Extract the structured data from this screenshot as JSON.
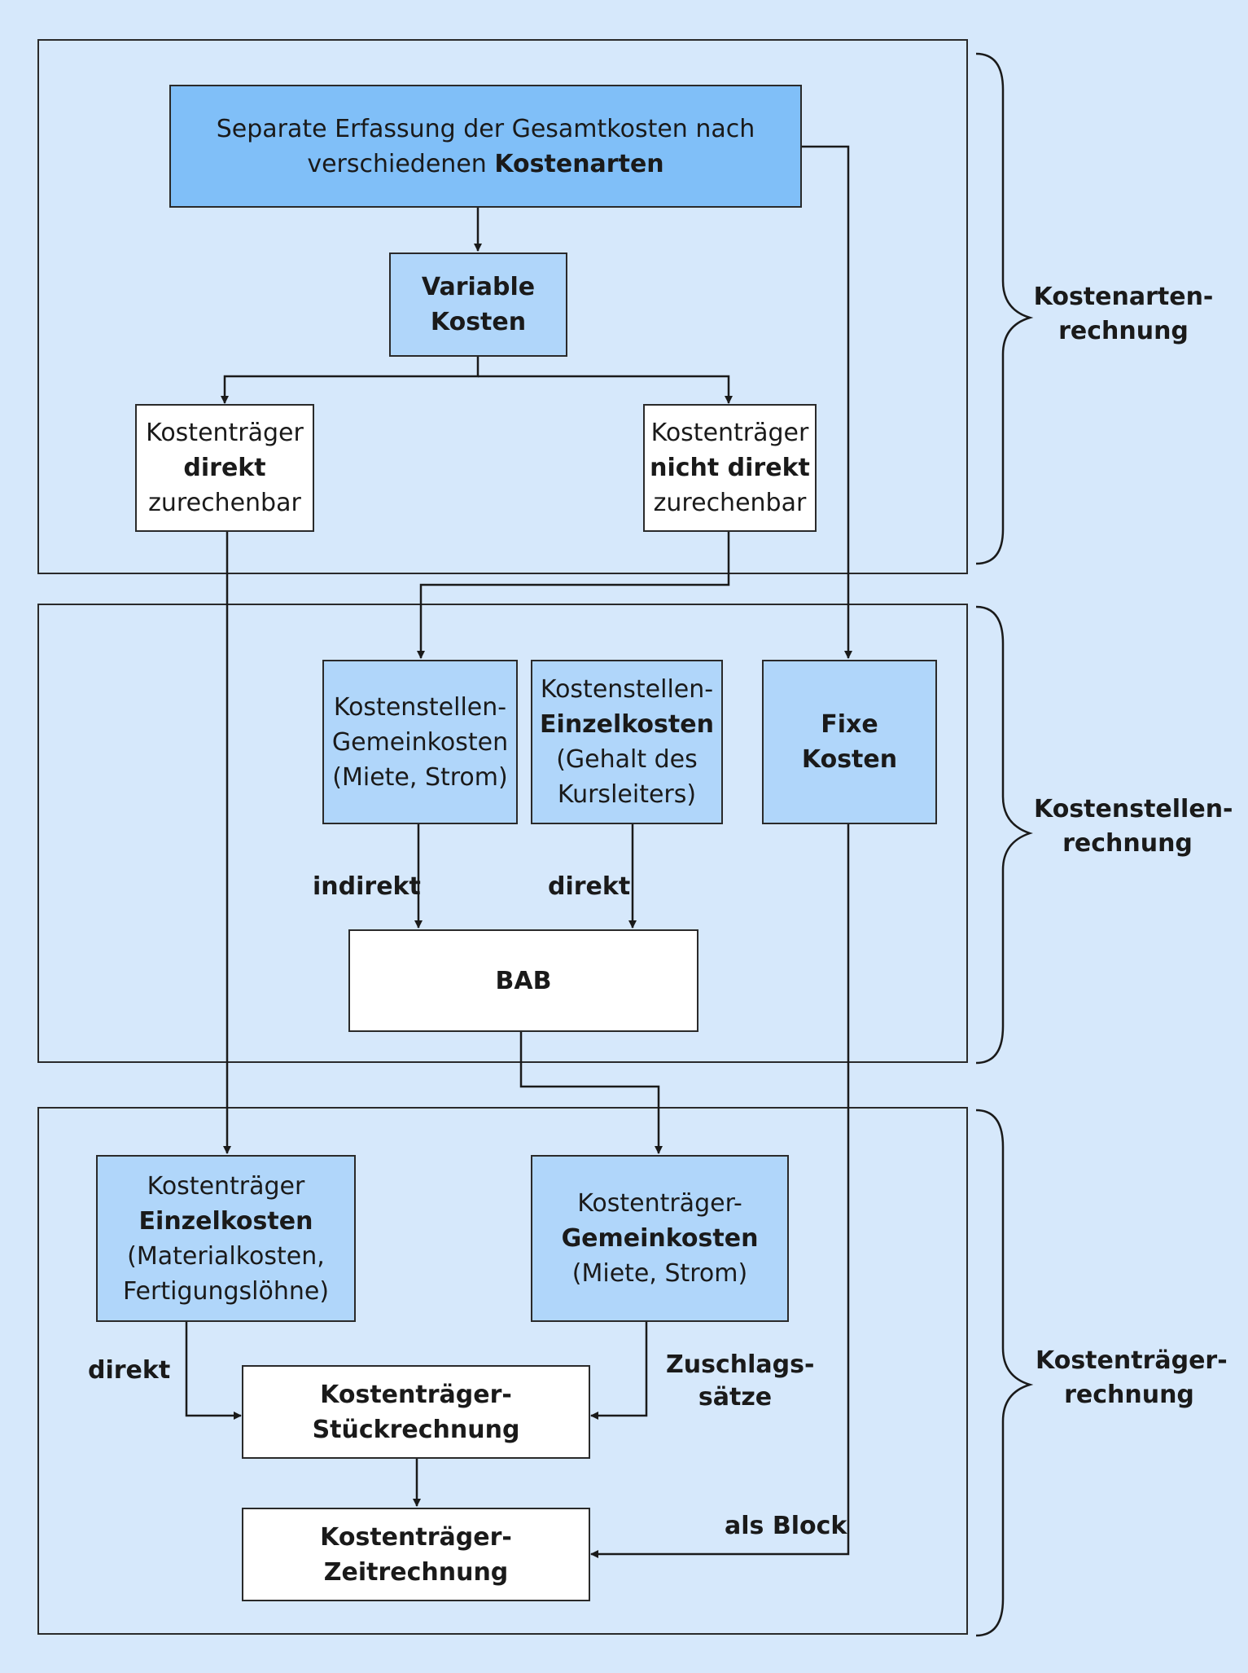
{
  "phases": {
    "kostenarten": [
      "Kostenarten-",
      "rechnung"
    ],
    "kostenstellen": [
      "Kostenstellen-",
      "rechnung"
    ],
    "kostentraeger": [
      "Kostenträger-",
      "rechnung"
    ]
  },
  "nodes": {
    "erfassung": {
      "line1": "Separate Erfassung der Gesamtkosten nach",
      "line2_plain": "verschiedenen ",
      "line2_bold": "Kostenarten"
    },
    "variable": {
      "line1": "Variable",
      "line2": "Kosten"
    },
    "direkt_zurechenbar": {
      "line1": "Kostenträger",
      "line2": "direkt",
      "line3": "zurechenbar"
    },
    "nicht_direkt_zurechenbar": {
      "line1": "Kostenträger",
      "line2": "nicht direkt",
      "line3": "zurechenbar"
    },
    "ks_gemeinkosten": {
      "line1": "Kostenstellen-",
      "line2": "Gemeinkosten",
      "line3": "(Miete, Strom)"
    },
    "ks_einzelkosten": {
      "line1": "Kostenstellen-",
      "line2": "Einzelkosten",
      "line3": "(Gehalt des",
      "line4": "Kursleiters)"
    },
    "fixe_kosten": {
      "line1": "Fixe",
      "line2": "Kosten"
    },
    "bab": {
      "line1": "BAB"
    },
    "kt_einzelkosten": {
      "line1": "Kostenträger",
      "line2": "Einzelkosten",
      "line3": "(Materialkosten,",
      "line4": "Fertigungslöhne)"
    },
    "kt_gemeinkosten": {
      "line1": "Kostenträger-",
      "line2": "Gemeinkosten",
      "line3": "(Miete, Strom)"
    },
    "stueckrechnung": {
      "line1": "Kostenträger-",
      "line2": "Stückrechnung"
    },
    "zeitrechnung": {
      "line1": "Kostenträger-",
      "line2": "Zeitrechnung"
    }
  },
  "edge_labels": {
    "indirekt": "indirekt",
    "direkt_bab": "direkt",
    "direkt_stueck": "direkt",
    "zuschlag": [
      "Zuschlags-",
      "sätze"
    ],
    "als_block": "als Block"
  },
  "colors": {
    "background": "#d6e8fb",
    "box_dark": "#80bff8",
    "box_light": "#b0d6fa",
    "box_white": "#ffffff",
    "line": "#2a2a2a"
  }
}
